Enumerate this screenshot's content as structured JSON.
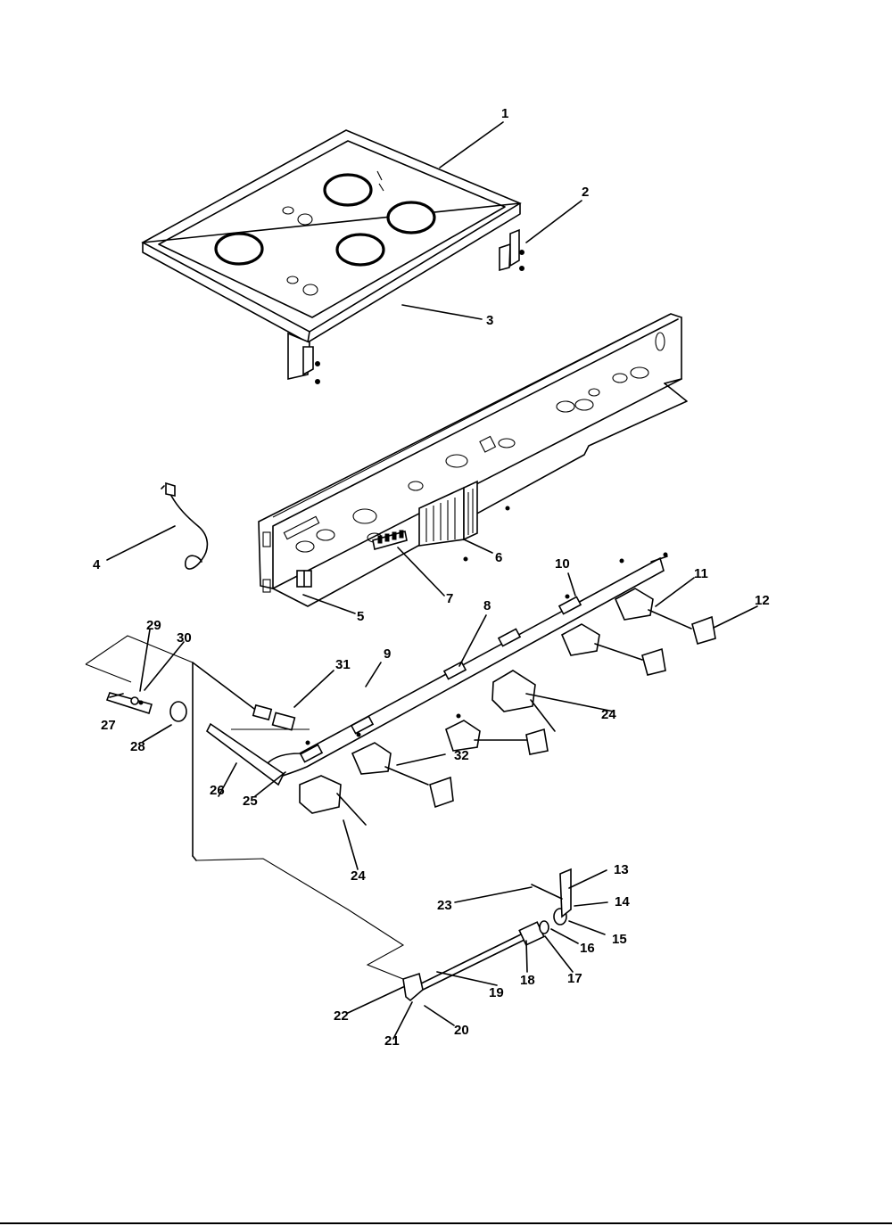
{
  "diagram": {
    "callouts": [
      {
        "id": "c1",
        "label": "1"
      },
      {
        "id": "c2",
        "label": "2"
      },
      {
        "id": "c3",
        "label": "3"
      },
      {
        "id": "c4",
        "label": "4"
      },
      {
        "id": "c5",
        "label": "5"
      },
      {
        "id": "c6",
        "label": "6"
      },
      {
        "id": "c7",
        "label": "7"
      },
      {
        "id": "c8",
        "label": "8"
      },
      {
        "id": "c9",
        "label": "9"
      },
      {
        "id": "c10",
        "label": "10"
      },
      {
        "id": "c11",
        "label": "11"
      },
      {
        "id": "c12",
        "label": "12"
      },
      {
        "id": "c13",
        "label": "13"
      },
      {
        "id": "c14",
        "label": "14"
      },
      {
        "id": "c15",
        "label": "15"
      },
      {
        "id": "c16",
        "label": "16"
      },
      {
        "id": "c17",
        "label": "17"
      },
      {
        "id": "c18",
        "label": "18"
      },
      {
        "id": "c19",
        "label": "19"
      },
      {
        "id": "c20",
        "label": "20"
      },
      {
        "id": "c21",
        "label": "21"
      },
      {
        "id": "c22",
        "label": "22"
      },
      {
        "id": "c23",
        "label": "23"
      },
      {
        "id": "c24a",
        "label": "24"
      },
      {
        "id": "c24b",
        "label": "24"
      },
      {
        "id": "c25",
        "label": "25"
      },
      {
        "id": "c26",
        "label": "26"
      },
      {
        "id": "c27",
        "label": "27"
      },
      {
        "id": "c28",
        "label": "28"
      },
      {
        "id": "c29",
        "label": "29"
      },
      {
        "id": "c30",
        "label": "30"
      },
      {
        "id": "c31",
        "label": "31"
      },
      {
        "id": "c32",
        "label": "32"
      }
    ]
  }
}
